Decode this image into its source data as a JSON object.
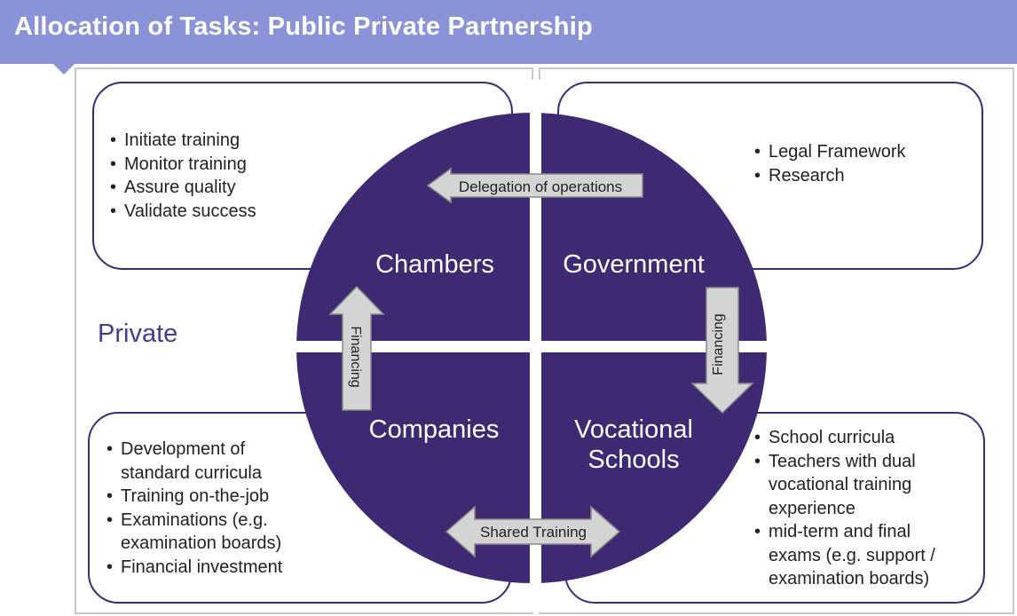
{
  "title": "Allocation of Tasks: Public Private Partnership",
  "sections": {
    "private_label": "Private"
  },
  "quadrants": {
    "top_left": "Chambers",
    "top_right": "Government",
    "bottom_left": "Companies",
    "bottom_right_line1": "Vocational",
    "bottom_right_line2": "Schools"
  },
  "arrows": {
    "delegation": "Delegation of operations",
    "financing_left": "Financing",
    "financing_right": "Financing",
    "shared_training": "Shared Training"
  },
  "boxes": {
    "chambers_tasks": [
      "Initiate training",
      "Monitor training",
      "Assure quality",
      "Validate success"
    ],
    "government_tasks": [
      "Legal Framework",
      "Research"
    ],
    "companies_tasks": [
      "Development of standard curricula",
      "Training on-the-job",
      "Examinations (e.g. examination boards)",
      "Financial investment"
    ],
    "schools_tasks": [
      "School curricula",
      "Teachers with dual vocational training experience",
      "mid-term and final exams (e.g. support / examination boards)"
    ]
  },
  "colors": {
    "header": "#8b93d8",
    "circle": "#3d2a73",
    "arrow_fill": "#d4d4d4",
    "private_text": "#4a3a8c"
  }
}
